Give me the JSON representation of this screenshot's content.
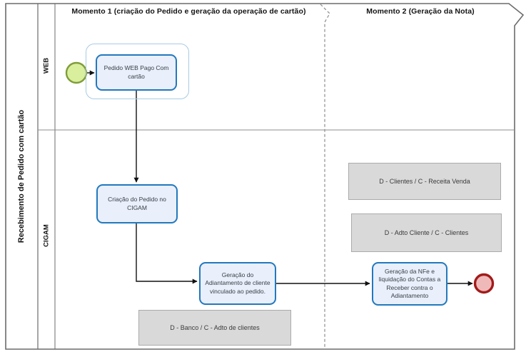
{
  "pool": {
    "title": "Recebimento de Pedido com cartão"
  },
  "lanes": [
    {
      "label": "WEB"
    },
    {
      "label": "CIGAM"
    }
  ],
  "phases": [
    {
      "label": "Momento 1 (criação do Pedido e geração da operação de cartão)"
    },
    {
      "label": "Momento 2 (Geração da Nota)"
    }
  ],
  "tasks": [
    {
      "label": "Pedido WEB Pago Com cartão"
    },
    {
      "label": "Criação do Pedido no CIGAM"
    },
    {
      "label": "Geração do Adiantamento de cliente vinculado ao pedido."
    },
    {
      "label": "Geração da NFe e liquidação do Contas a Receber contra o Adiantamento"
    }
  ],
  "annotations": [
    {
      "label": "D - Clientes / C - Receita Venda"
    },
    {
      "label": "D - Adto Cliente / C - Clientes"
    },
    {
      "label": "D - Banco / C - Adto de clientes"
    }
  ],
  "colors": {
    "task_border": "#2279bd",
    "task_fill": "#e9effb",
    "group_border": "#a9cbe2",
    "start_event_fill": "#d9ef9e",
    "start_event_border": "#7f9d38",
    "end_event_fill": "#efb9b9",
    "end_event_border": "#a21b1b",
    "annotation_fill": "#d9d9d9",
    "connector": "#111111",
    "pool_border": "#6b6b6b"
  }
}
